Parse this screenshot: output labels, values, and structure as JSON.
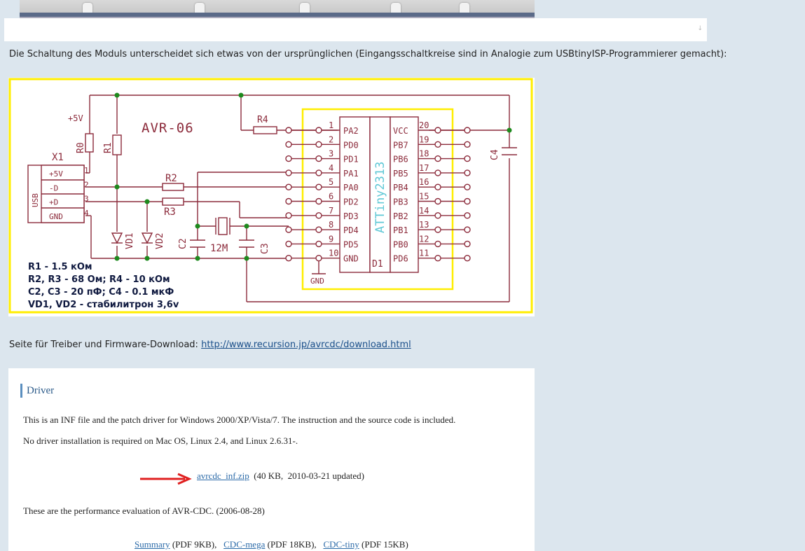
{
  "top_photo": {
    "label": "module-photo"
  },
  "intro_text": "Die Schaltung des Moduls unterscheidet sich etwas von der ursprünglichen (Eingangsschaltkreise sind in Analogie zum USBtinyISP-Programmierer gemacht):",
  "schematic": {
    "title": "AVR-06",
    "chip_name": "ATTiny2313",
    "chip_ref": "D1",
    "connector_ref": "X1",
    "connector_side": "USB",
    "connector_pins": [
      "+5V",
      "-D",
      "+D",
      "GND"
    ],
    "connector_pin_numbers": [
      "1",
      "2",
      "3",
      "4"
    ],
    "supply_label": "+5V",
    "gnd_label": "GND",
    "left_pins": [
      "PA2",
      "PD0",
      "PD1",
      "PA1",
      "PA0",
      "PD2",
      "PD3",
      "PD4",
      "PD5",
      "GND"
    ],
    "left_pin_numbers": [
      "1",
      "2",
      "3",
      "4",
      "5",
      "6",
      "7",
      "8",
      "9",
      "10"
    ],
    "right_pins": [
      "VCC",
      "PB7",
      "PB6",
      "PB5",
      "PB4",
      "PB3",
      "PB2",
      "PB1",
      "PB0",
      "PD6"
    ],
    "right_pin_numbers": [
      "20",
      "19",
      "18",
      "17",
      "16",
      "15",
      "14",
      "13",
      "12",
      "11"
    ],
    "components": {
      "r0": "R0",
      "r1": "R1",
      "r2": "R2",
      "r3": "R3",
      "r4": "R4",
      "c2": "C2",
      "c3": "C3",
      "c4": "C4",
      "vd1": "VD1",
      "vd2": "VD2",
      "crystal": "12M"
    },
    "legend": [
      "R1 - 1.5 кОм",
      "R2, R3 - 68 Ом; R4 - 10 кОм",
      "C2, C3 - 20 пФ; C4 - 0.1 мкФ",
      "VD1, VD2 - стабилитрон 3,6v"
    ],
    "colors": {
      "wire": "#8c2b3b",
      "node": "#1e8a1e",
      "frame": "#ffee00",
      "chip_text": "#5fc8d6"
    }
  },
  "download_text": "Seite für Treiber und Firmware-Download: ",
  "download_link": "http://www.recursion.jp/avrcdc/download.html",
  "driver_box": {
    "heading": "Driver",
    "line1": "This is an INF file and the patch driver for Windows 2000/XP/Vista/7. The instruction and the source code is included.",
    "line2": "No driver installation is required on Mac OS, Linux 2.4, and Linux 2.6.31-.",
    "file_link": "avrcdc_inf.zip",
    "file_info": "  (40 KB,  2010-03-21 updated)",
    "line3": "These are the performance evaluation of AVR-CDC.  (2006-08-28)",
    "link_summary": "Summary",
    "summary_info": " (PDF 9KB),   ",
    "link_mega": "CDC-mega",
    "mega_info": " (PDF 18KB),   ",
    "link_tiny": "CDC-tiny",
    "tiny_info": " (PDF 15KB)",
    "arrow_color": "#e02020"
  }
}
